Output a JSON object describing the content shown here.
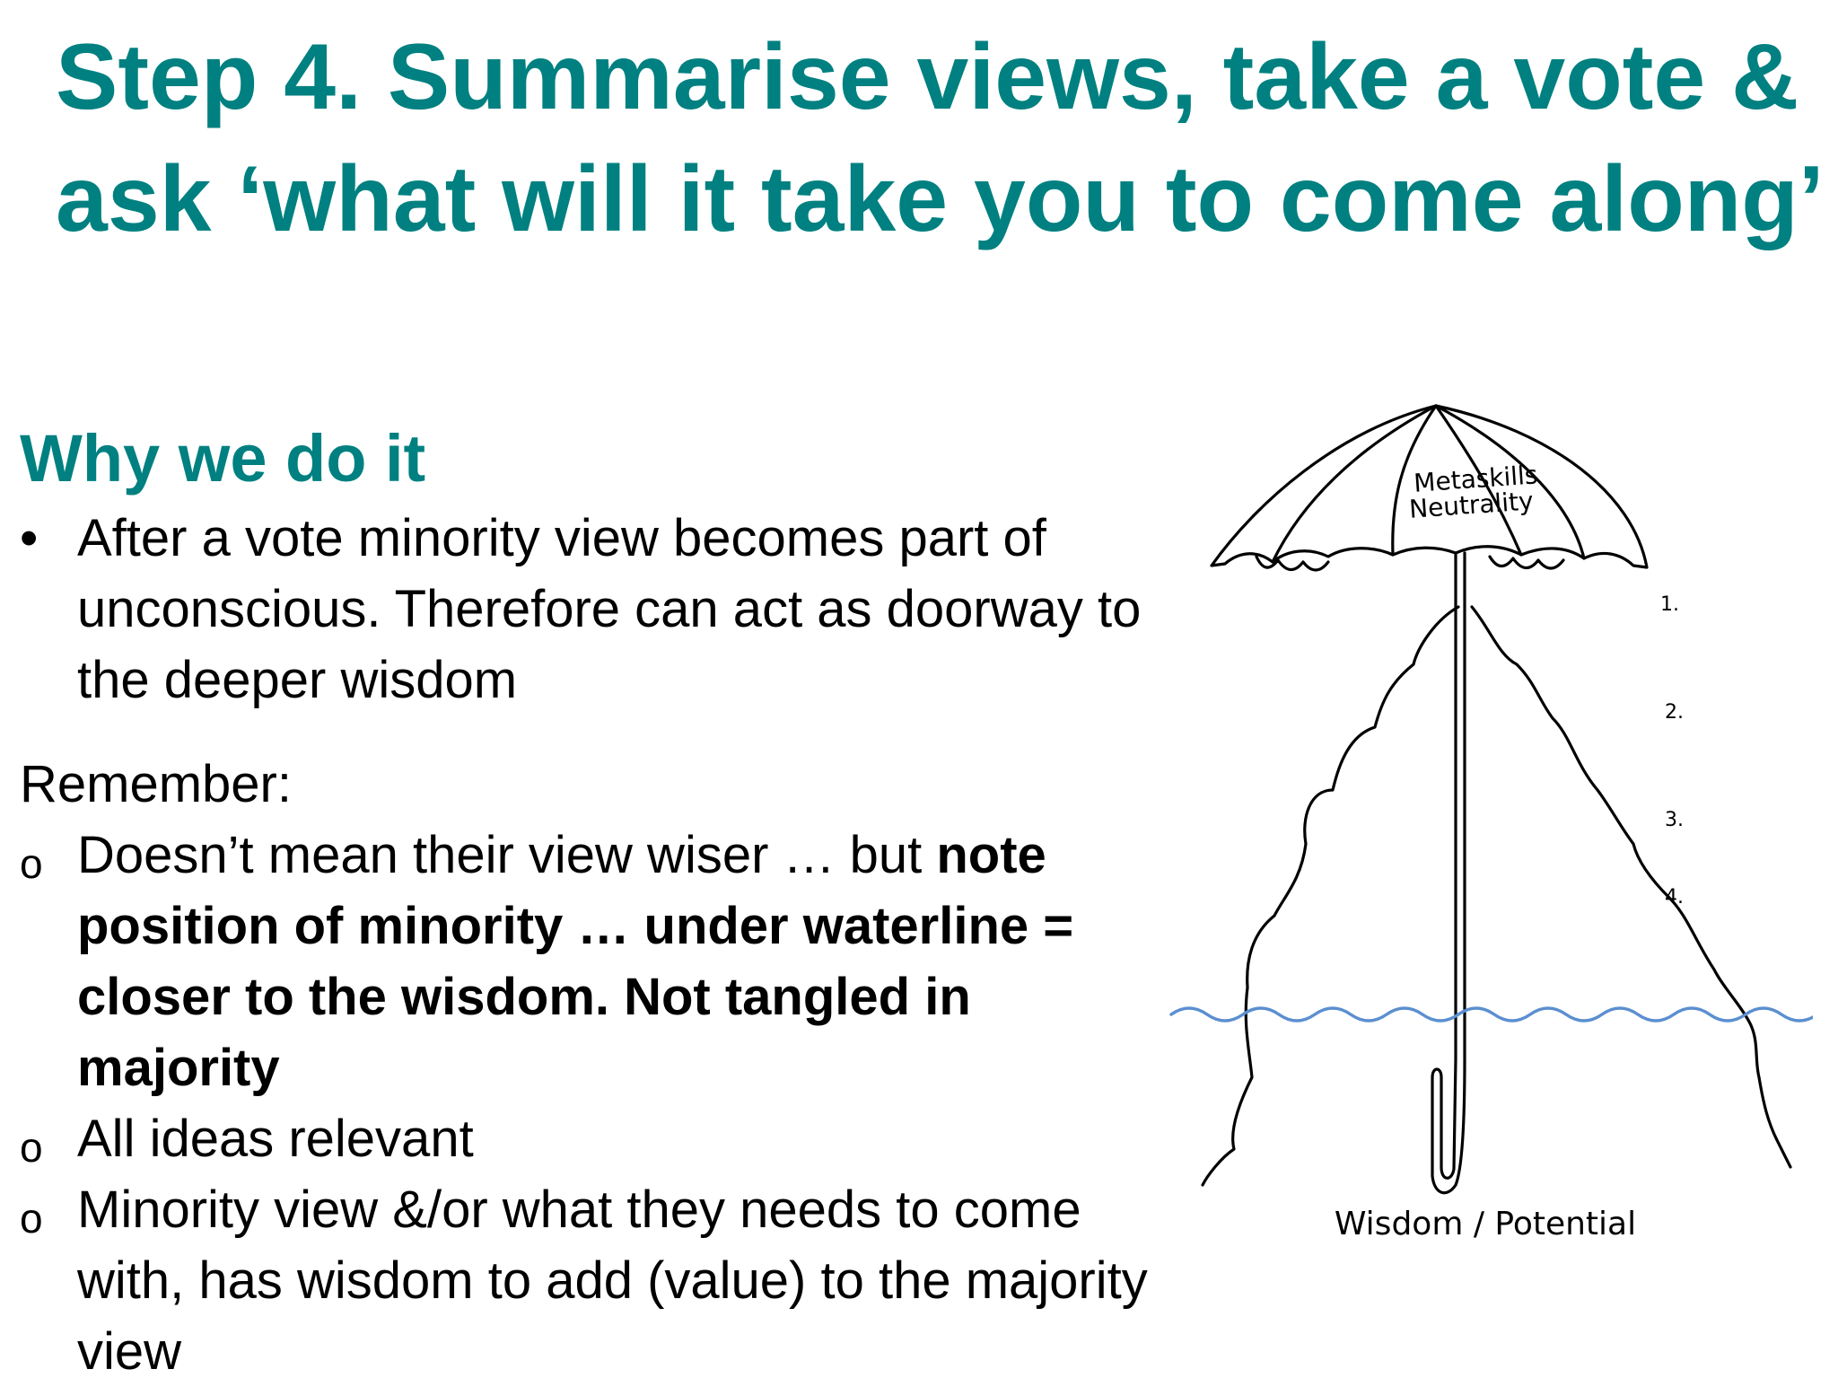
{
  "slide": {
    "title": "Step 4. Summarise views, take a vote & ask ‘what will it take you to come along’",
    "subheading": "Why we do it",
    "bullets": [
      {
        "mark": "•",
        "text": "After a vote minority view becomes part of unconscious. Therefore can act as doorway to the deeper wisdom"
      }
    ],
    "remember_label": "Remember:",
    "points": [
      {
        "mark": "o",
        "normal": "Doesn’t mean their view wiser … but ",
        "bold": "note position of minority … under waterline = closer to the wisdom. Not tangled in majority"
      },
      {
        "mark": "o",
        "normal": "All ideas relevant",
        "bold": ""
      },
      {
        "mark": "o",
        "normal": "Minority view &/or what they needs to come with, has wisdom to add (value) to the majority view",
        "bold": ""
      }
    ]
  },
  "diagram": {
    "umbrella_line1": "Metaskills",
    "umbrella_line2": "Neutrality",
    "levels": [
      "1.",
      "2.",
      "3.",
      "4."
    ],
    "bottom_label": "Wisdom / Potential",
    "colors": {
      "ink": "#000000",
      "water": "#5b8fd0"
    }
  }
}
